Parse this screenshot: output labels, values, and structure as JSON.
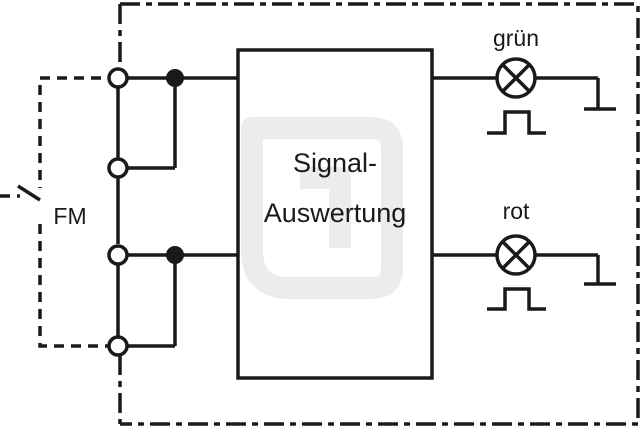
{
  "diagram": {
    "block_label_line1": "Signal-",
    "block_label_line2": "Auswertung",
    "switch_label": "FM",
    "lamp_top_label": "grün",
    "lamp_bottom_label": "rot"
  }
}
